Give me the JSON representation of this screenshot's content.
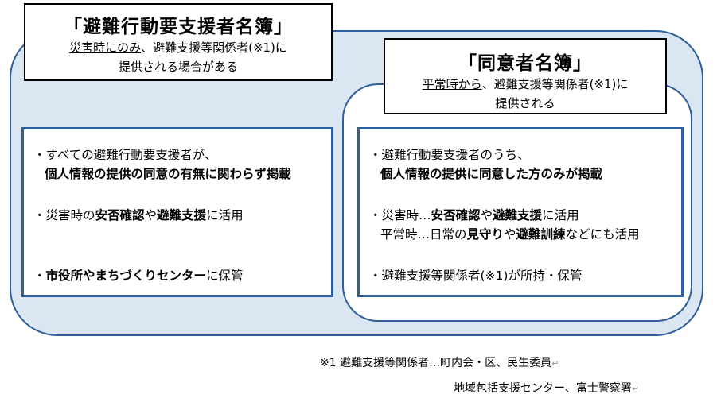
{
  "left_panel": {
    "title": "「避難行動要支援者名簿」",
    "sub_ul": "災害時にのみ",
    "sub_rest1": "、避難支援等関係者(※1)に",
    "sub_line2": "提供される場合がある",
    "item1_line1": "・すべての避難行動要支援者が、",
    "item1_line2": "個人情報の提供の同意の有無に関わらず掲載",
    "item2_a": "・災害時の",
    "item2_b": "安否確認",
    "item2_c": "や",
    "item2_d": "避難支援",
    "item2_e": "に活用",
    "item3_a": "・",
    "item3_b": "市役所やまちづくりセンター",
    "item3_c": "に保管"
  },
  "right_panel": {
    "title": "「同意者名簿」",
    "sub_ul": "平常時から",
    "sub_rest1": "、避難支援等関係者(※1)に",
    "sub_line2": "提供される",
    "item1_line1": "・避難行動要支援者のうち、",
    "item1_line2": "個人情報の提供に同意した方のみが掲載",
    "item2_a": "・災害時…",
    "item2_b": "安否確認",
    "item2_c": "や",
    "item2_d": "避難支援",
    "item2_e": "に活用",
    "item3_a": "平常時…日常の",
    "item3_b": "見守り",
    "item3_c": "や",
    "item3_d": "避難訓練",
    "item3_e": "などにも活用",
    "item4": "・避難支援等関係者(※1)が所持・保管"
  },
  "footnote": {
    "line1": "※1 避難支援等関係者…町内会・区、民生委員",
    "line2": "地域包括支援センター、富士警察署",
    "return_mark": "↵"
  }
}
